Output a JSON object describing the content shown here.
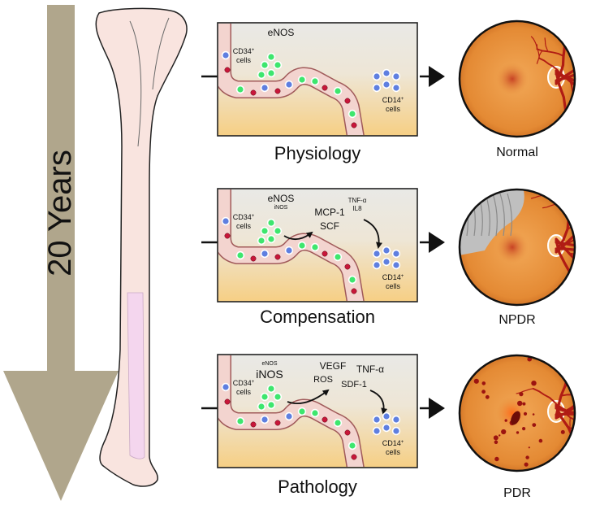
{
  "timeline": {
    "label": "20 Years",
    "color": "#b0a68c"
  },
  "colors": {
    "panel_top": "#e9e9e6",
    "panel_bottom": "#f6cf84",
    "vessel_wall": "#f3d4cf",
    "vessel_outline": "#a05a5a",
    "rbc": "#c8163a",
    "cd34_cell": "#3ee66e",
    "cd14_cell": "#5f7fe0",
    "retina_bg": "#e69138",
    "retina_vessel": "#b01c14",
    "ischemic_area": "#bfbfbf"
  },
  "panels": [
    {
      "caption": "Physiology",
      "cd34": {
        "line1": "CD34",
        "sup": "+",
        "line2": "cells"
      },
      "enzyme": "eNOS",
      "enzyme_small": "",
      "factors": [],
      "small_factors": [],
      "cd14": {
        "line1": "CD14",
        "sup": "+",
        "line2": "cells"
      },
      "retina_label": "Normal"
    },
    {
      "caption": "Compensation",
      "cd34": {
        "line1": "CD34",
        "sup": "+",
        "line2": "cells"
      },
      "enzyme": "eNOS",
      "enzyme_small": "iNOS",
      "factors": [
        "MCP-1",
        "SCF"
      ],
      "small_factors": [
        "TNF-α",
        "IL8"
      ],
      "cd14": {
        "line1": "CD14",
        "sup": "+",
        "line2": "cells"
      },
      "retina_label": "NPDR"
    },
    {
      "caption": "Pathology",
      "cd34": {
        "line1": "CD34",
        "sup": "+",
        "line2": "cells"
      },
      "enzyme": "iNOS",
      "enzyme_small": "eNOS",
      "factors": [
        "VEGF",
        "ROS",
        "TNF-α",
        "SDF-1"
      ],
      "small_factors": [],
      "cd14": {
        "line1": "CD14",
        "sup": "+",
        "line2": "cells"
      },
      "retina_label": "PDR"
    }
  ]
}
